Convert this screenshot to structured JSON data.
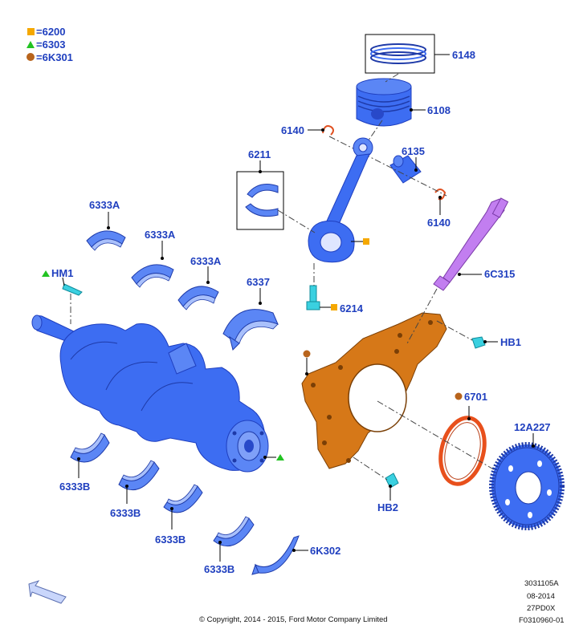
{
  "legend": [
    {
      "symbol": "square",
      "color": "#f5a800",
      "text": "=6200"
    },
    {
      "symbol": "triangle",
      "color": "#22c322",
      "text": "=6303"
    },
    {
      "symbol": "circle",
      "color": "#b8641c",
      "text": "=6K301"
    }
  ],
  "labels": {
    "p6148": "6148",
    "p6108": "6108",
    "p6140a": "6140",
    "p6135": "6135",
    "p6140b": "6140",
    "p6211": "6211",
    "p6333A_1": "6333A",
    "p6333A_2": "6333A",
    "p6333A_3": "6333A",
    "p6337": "6337",
    "pHM1": "HM1",
    "p6214": "6214",
    "p6C315": "6C315",
    "pHB1": "HB1",
    "p6701": "6701",
    "p12A227": "12A227",
    "pHB2": "HB2",
    "p6333B_1": "6333B",
    "p6333B_2": "6333B",
    "p6333B_3": "6333B",
    "p6333B_4": "6333B",
    "p6K302": "6K302"
  },
  "footer": {
    "copyright": "© Copyright, 2014 - 2015, Ford Motor Company Limited",
    "ref1": "3031105A",
    "ref2": "08-2014",
    "ref3": "27PD0X",
    "ref4": "F0310960-01"
  },
  "colors": {
    "label": "#1f3fbf",
    "part_blue": "#3d6df2",
    "seal_plate": "#d67818",
    "seal_ring": "#e8501c",
    "bolt_cyan": "#3ad0e0",
    "sensor_purple": "#c27ef0",
    "marker_square": "#f5a800",
    "marker_triangle": "#22c322",
    "marker_circle": "#b8641c"
  },
  "icons": {
    "orientation": "arrow-front-icon"
  }
}
